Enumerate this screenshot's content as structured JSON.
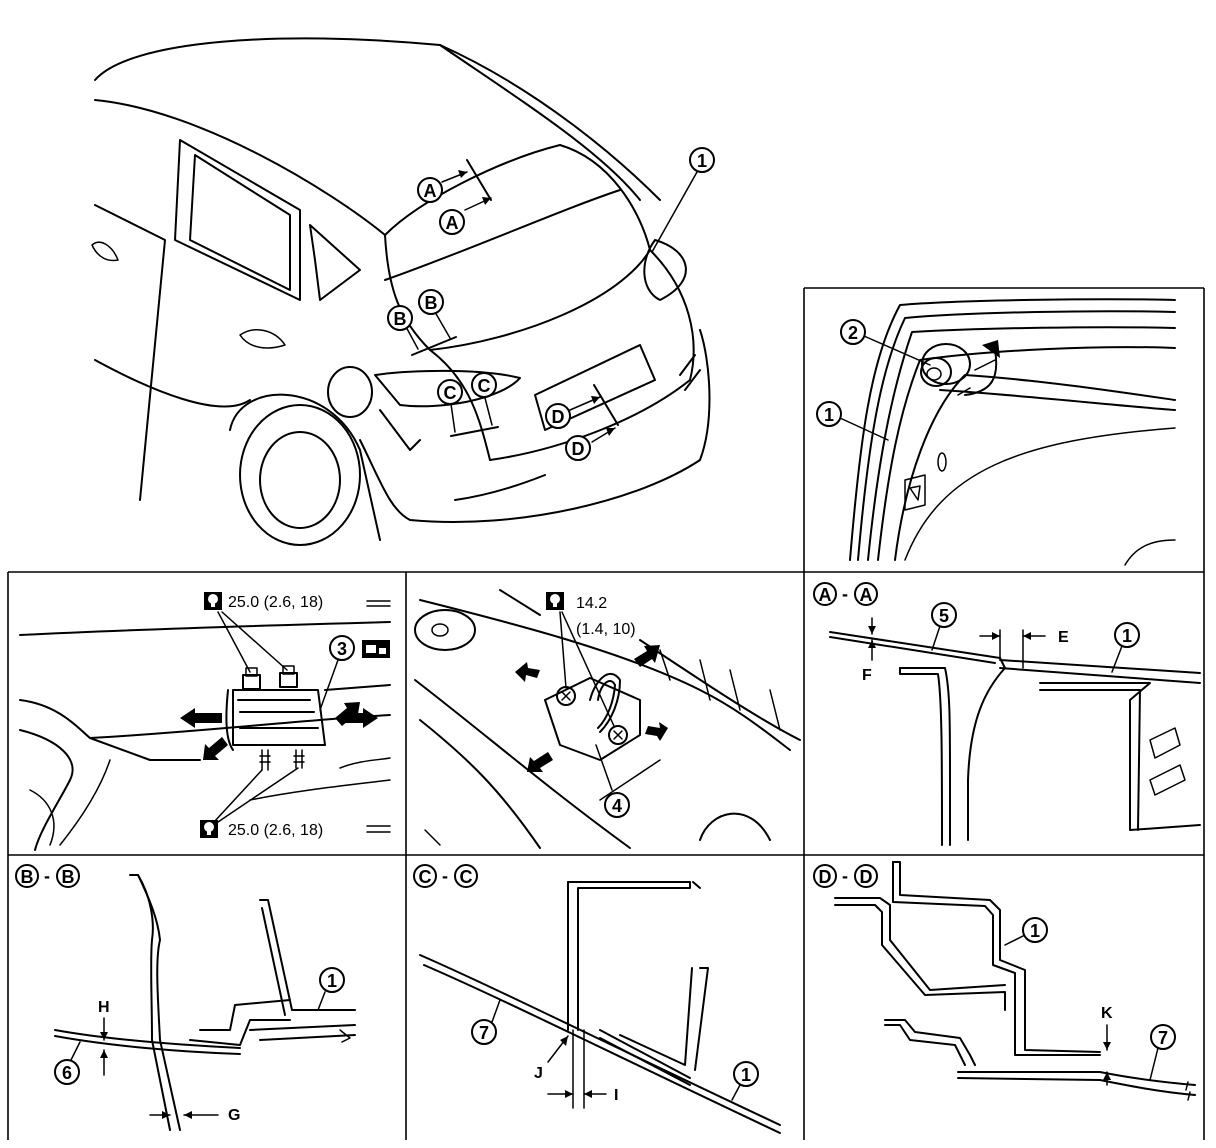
{
  "callouts": {
    "part1": "1",
    "part2": "2",
    "part3": "3",
    "part4": "4",
    "part5": "5",
    "part6": "6",
    "part7": "7"
  },
  "sections": {
    "A": "A",
    "B": "B",
    "C": "C",
    "D": "D",
    "title_sep": "-"
  },
  "dimensions": {
    "E": "E",
    "F": "F",
    "G": "G",
    "H": "H",
    "I": "I",
    "J": "J",
    "K": "K"
  },
  "torque": {
    "hinge_upper": "25.0 (2.6, 18)",
    "hinge_lower": "25.0 (2.6, 18)",
    "striker_line1": "14.2",
    "striker_line2": "(1.4, 10)"
  },
  "icons": {
    "torque": "torque-wrench-icon",
    "service_tool": "service-tool-icon",
    "arrows": "adjust-direction-arrow-icon"
  }
}
